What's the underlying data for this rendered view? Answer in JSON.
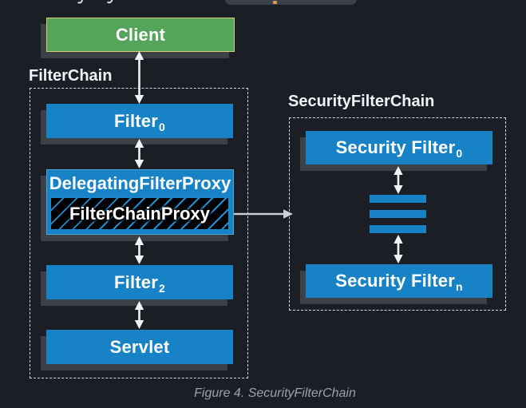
{
  "page": {
    "background": "#1b1f25",
    "caption": "Figure 4. SecurityFilterChain"
  },
  "colors": {
    "node_blue": "#1783c6",
    "node_green": "#54a45c",
    "green_border": "#d8cb74",
    "shadow": "#3c4147",
    "dashed_border": "#d6dbdf",
    "arrow": "#f1f3f4",
    "label_text": "#f1f4f6",
    "caption_text": "#99a2ab",
    "chip_background": "#3a414b",
    "chip_fragment": "#d99a4e",
    "hatch_line": "#1f8fd2",
    "hatch_background": "#000000"
  },
  "diagram": {
    "client": {
      "label": "Client"
    },
    "filter_chain": {
      "title": "FilterChain",
      "filter0": {
        "label": "Filter",
        "sub": "0"
      },
      "delegating_filter_proxy": {
        "label": "DelegatingFilterProxy"
      },
      "filter_chain_proxy": {
        "label": "FilterChainProxy"
      },
      "filter2": {
        "label": "Filter",
        "sub": "2"
      },
      "servlet": {
        "label": "Servlet"
      }
    },
    "security_filter_chain": {
      "title": "SecurityFilterChain",
      "security_filter0": {
        "label": "Security Filter",
        "sub": "0"
      },
      "security_filtern": {
        "label": "Security Filter",
        "sub": "n"
      }
    }
  }
}
